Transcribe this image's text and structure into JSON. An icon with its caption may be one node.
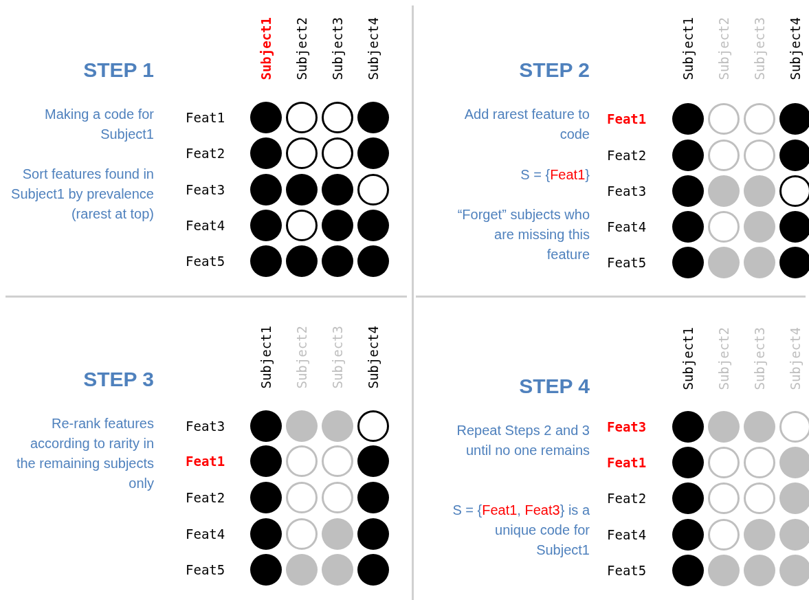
{
  "diagram": {
    "labels": [
      "STEP 1",
      "Making a code for Subject1",
      "Sort features found in Subject1 by prevalence (rarest at top)",
      "Subject1",
      "Subject2",
      "Subject3",
      "Subject4",
      "Feat1",
      "Feat2",
      "Feat3",
      "Feat4",
      "Feat5",
      "STEP 2",
      "Add rarest feature to code",
      "S = {Feat1}",
      "“Forget” subjects who are missing this feature",
      "Subject1",
      "Subject2",
      "Subject3",
      "Subject4",
      "Feat1",
      "Feat2",
      "Feat3",
      "Feat4",
      "Feat5",
      "STEP 3",
      "Re-rank features according to rarity in the remaining subjects only",
      "Subject1",
      "Subject2",
      "Subject3",
      "Subject4",
      "Feat3",
      "Feat1",
      "Feat2",
      "Feat4",
      "Feat5",
      "STEP 4",
      "Repeat Steps 2 and 3 until no one remains",
      "S = {Feat1, Feat3} is a unique code for Subject1",
      "Subject1",
      "Subject2",
      "Subject3",
      "Subject4",
      "Feat3",
      "Feat1",
      "Feat2",
      "Feat4",
      "Feat5"
    ]
  }
}
